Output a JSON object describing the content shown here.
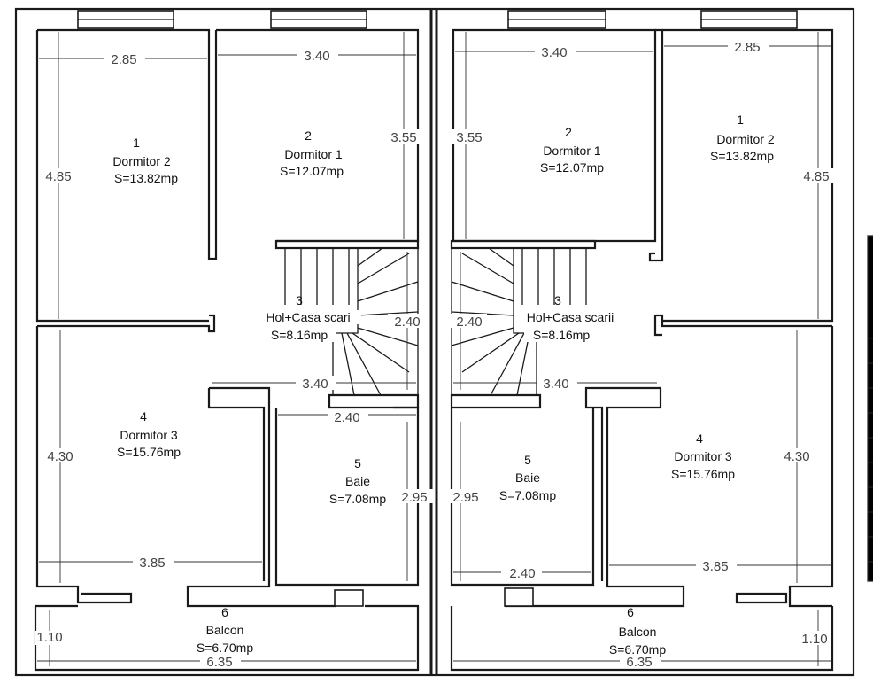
{
  "units": {
    "left": {
      "rooms": [
        {
          "id": "r1",
          "number": "1",
          "name": "Dormitor 2",
          "area": "S=13.82mp"
        },
        {
          "id": "r2",
          "number": "2",
          "name": "Dormitor 1",
          "area": "S=12.07mp"
        },
        {
          "id": "r3",
          "number": "3",
          "name": "Hol+Casa scari",
          "area": "S=8.16mp"
        },
        {
          "id": "r4",
          "number": "4",
          "name": "Dormitor 3",
          "area": "S=15.76mp"
        },
        {
          "id": "r5",
          "number": "5",
          "name": "Baie",
          "area": "S=7.08mp"
        },
        {
          "id": "r6",
          "number": "6",
          "name": "Balcon",
          "area": "S=6.70mp"
        }
      ],
      "dimensions": {
        "d1_width": "2.85",
        "d1_height": "4.85",
        "d2_width": "3.40",
        "d2_height": "3.55",
        "hall_height": "2.40",
        "hall_width": "3.40",
        "bath_width": "2.40",
        "bath_height": "2.95",
        "d3_height": "4.30",
        "d3_width": "3.85",
        "balcony_height": "1.10",
        "balcony_width": "6.35"
      }
    },
    "right": {
      "rooms": [
        {
          "id": "r1",
          "number": "1",
          "name": "Dormitor 2",
          "area": "S=13.82mp"
        },
        {
          "id": "r2",
          "number": "2",
          "name": "Dormitor 1",
          "area": "S=12.07mp"
        },
        {
          "id": "r3",
          "number": "3",
          "name": "Hol+Casa scarii",
          "area": "S=8.16mp"
        },
        {
          "id": "r4",
          "number": "4",
          "name": "Dormitor 3",
          "area": "S=15.76mp"
        },
        {
          "id": "r5",
          "number": "5",
          "name": "Baie",
          "area": "S=7.08mp"
        },
        {
          "id": "r6",
          "number": "6",
          "name": "Balcon",
          "area": "S=6.70mp"
        }
      ],
      "dimensions": {
        "d1_width": "2.85",
        "d1_height": "4.85",
        "d2_width": "3.40",
        "d2_height": "3.55",
        "hall_height": "2.40",
        "hall_width": "3.40",
        "bath_width": "2.40",
        "bath_height": "2.95",
        "d3_height": "4.30",
        "d3_width": "3.85",
        "balcony_height": "1.10",
        "balcony_width": "6.35"
      }
    }
  },
  "colors": {
    "wall": "#1a1a1a",
    "dimension_text": "#444444",
    "room_text": "#111111"
  }
}
